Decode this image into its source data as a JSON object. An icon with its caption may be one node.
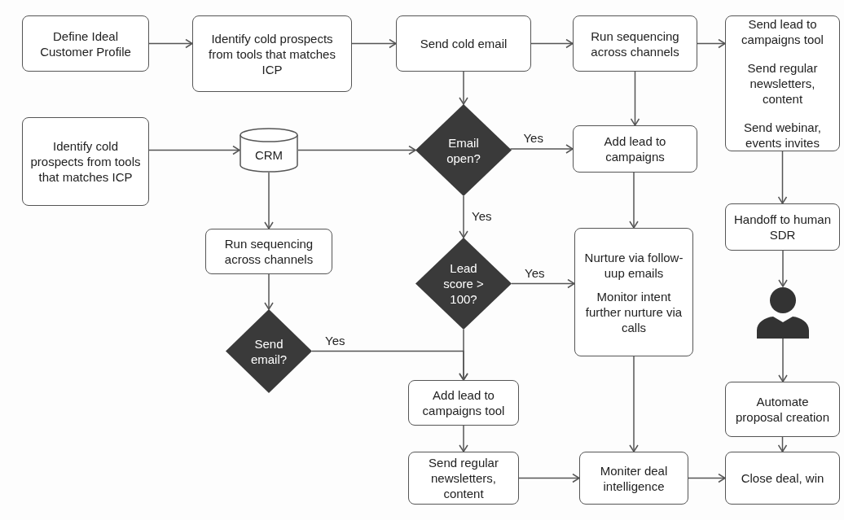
{
  "diagram": {
    "nodes": [
      {
        "text": [
          "Define Ideal Customer Profile"
        ]
      },
      {
        "text": [
          "Identify cold prospects from tools that matches ICP"
        ]
      },
      {
        "text": [
          "Send cold email"
        ]
      },
      {
        "text": [
          "Run sequencing across channels"
        ]
      },
      {
        "text": [
          "Send lead to campaigns tool",
          "Send regular newsletters, content",
          "Send webinar, events invites"
        ]
      },
      {
        "text": [
          "Identify cold prospects from tools that matches ICP"
        ]
      },
      {
        "text": [
          "CRM"
        ]
      },
      {
        "text": [
          "Email open?"
        ]
      },
      {
        "text": [
          "Add lead to campaigns"
        ]
      },
      {
        "text": [
          "Handoff to human SDR"
        ]
      },
      {
        "text": [
          "Run sequencing across channels"
        ]
      },
      {
        "text": [
          "Lead score > 100?"
        ]
      },
      {
        "text": [
          "Nurture via follow-uup emails",
          "Monitor intent further nurture via calls"
        ]
      },
      {
        "text": [],
        "shape": "person"
      },
      {
        "text": [
          "Send email?"
        ]
      },
      {
        "text": [
          "Add lead to campaigns tool"
        ]
      },
      {
        "text": [
          "Automate proposal creation"
        ]
      },
      {
        "text": [
          "Send regular newsletters, content"
        ]
      },
      {
        "text": [
          "Moniter deal intelligence"
        ]
      },
      {
        "text": [
          "Close deal, win"
        ]
      }
    ],
    "edges": [
      {
        "from": 0,
        "to": 1,
        "arrow": "to"
      },
      {
        "from": 1,
        "to": 2,
        "arrow": "to"
      },
      {
        "from": 2,
        "to": 3,
        "arrow": "to"
      },
      {
        "from": 3,
        "to": 4,
        "arrow": "to"
      },
      {
        "from": 2,
        "to": 7,
        "arrow": "to"
      },
      {
        "from": 3,
        "to": 8,
        "arrow": "to"
      },
      {
        "from": 5,
        "to": 6,
        "arrow": "to"
      },
      {
        "from": 6,
        "to": 7,
        "arrow": "to"
      },
      {
        "from": 7,
        "to": 8,
        "arrow": "to",
        "label": "Yes"
      },
      {
        "from": 4,
        "to": 9,
        "arrow": "to"
      },
      {
        "from": 6,
        "to": 10,
        "arrow": "to"
      },
      {
        "from": 7,
        "to": 11,
        "arrow": "to",
        "label": "Yes"
      },
      {
        "from": 8,
        "to": 12,
        "arrow": "to"
      },
      {
        "from": 9,
        "to": 13,
        "arrow": "to"
      },
      {
        "from": 11,
        "to": 12,
        "arrow": "to",
        "label": "Yes"
      },
      {
        "from": 10,
        "to": 14,
        "arrow": "to"
      },
      {
        "from": 14,
        "to": 15,
        "arrow": "to",
        "label": "Yes"
      },
      {
        "from": 11,
        "to": 15,
        "arrow": "to"
      },
      {
        "from": 13,
        "to": 16,
        "arrow": "to"
      },
      {
        "from": 12,
        "to": 18,
        "arrow": "to"
      },
      {
        "from": 15,
        "to": 17,
        "arrow": "to"
      },
      {
        "from": 16,
        "to": 19,
        "arrow": "to"
      },
      {
        "from": 17,
        "to": 18,
        "arrow": "to"
      },
      {
        "from": 18,
        "to": 19,
        "arrow": "to"
      }
    ]
  }
}
